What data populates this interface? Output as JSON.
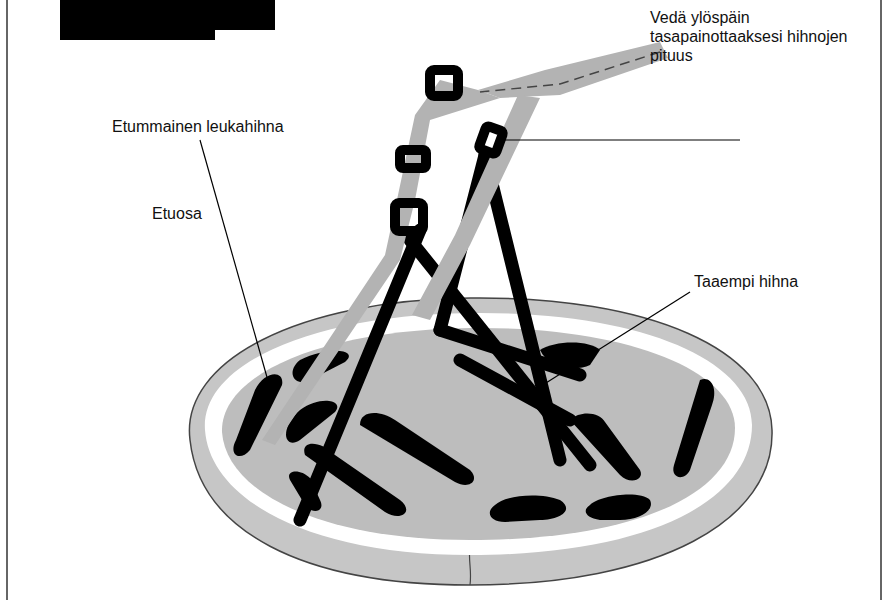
{
  "diagram": {
    "labels": [
      "Vedä ylöspäin tasapainottaaksesi hihnojen pituus",
      "Etummainen leukahihna",
      "Etuosa",
      "Taaempi hihna"
    ]
  }
}
